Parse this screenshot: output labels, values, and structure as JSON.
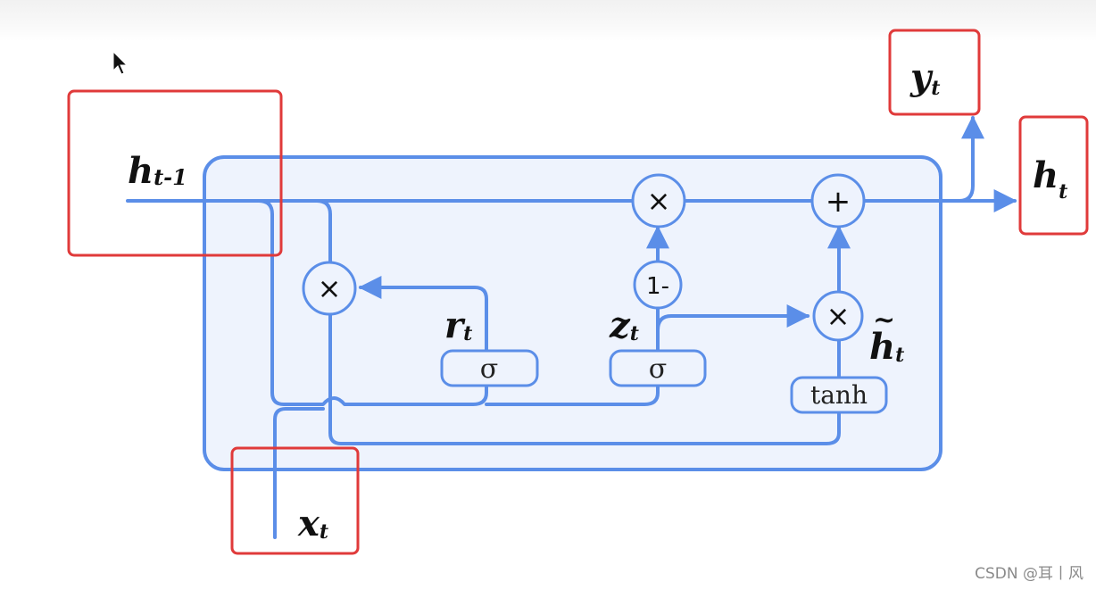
{
  "diagram": {
    "labels": {
      "h_prev": "h",
      "h_prev_sub": "t-1",
      "x": "x",
      "x_sub": "t",
      "y": "y",
      "y_sub": "t",
      "h_out": "h",
      "h_out_sub": "t",
      "r": "r",
      "r_sub": "t",
      "z": "z",
      "z_sub": "t",
      "h_tilde": "h",
      "h_tilde_sub": "t",
      "tilde": "~"
    },
    "ops": {
      "mul_reset": "×",
      "mul_top": "×",
      "plus": "+",
      "one_minus": "1-",
      "mul_cand": "×"
    },
    "gates": {
      "sigma_r": "σ",
      "sigma_z": "σ",
      "tanh": "tanh"
    }
  },
  "colors": {
    "line": "#5b8ee8",
    "cell_fill": "#eef3fd",
    "node_fill": "#eef3fd",
    "highlight": "#e03a3a"
  },
  "watermark": "CSDN @耳丨风"
}
